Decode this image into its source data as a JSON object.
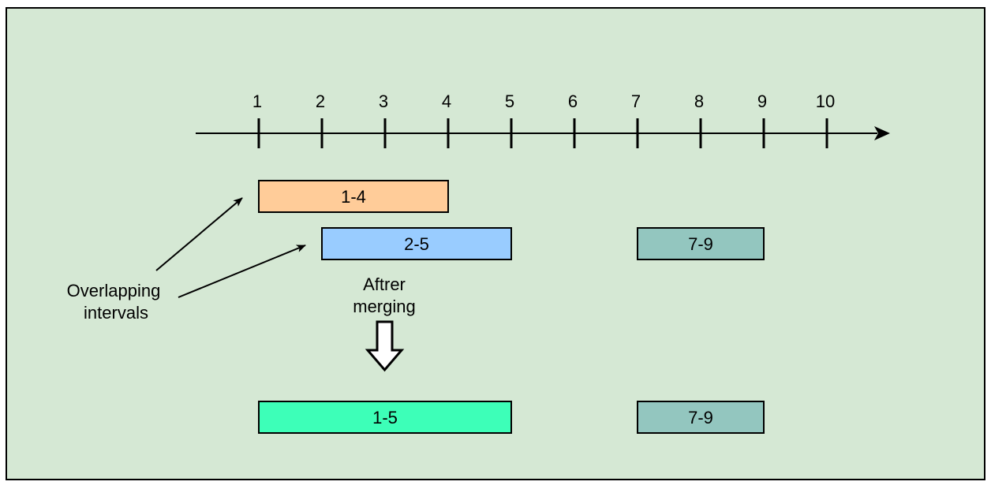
{
  "colors": {
    "background": "#d5e8d4",
    "border": "#000000",
    "interval_1_4": "#ffcc99",
    "interval_2_5": "#99ccff",
    "interval_7_9": "#93c6bf",
    "interval_1_5": "#3dffb8",
    "arrow_fill": "#ffffff"
  },
  "axis": {
    "ticks": [
      "1",
      "2",
      "3",
      "4",
      "5",
      "6",
      "7",
      "8",
      "9",
      "10"
    ]
  },
  "intervals_before": [
    {
      "label": "1-4",
      "start": 1,
      "end": 4,
      "color_key": "interval_1_4"
    },
    {
      "label": "2-5",
      "start": 2,
      "end": 5,
      "color_key": "interval_2_5"
    },
    {
      "label": "7-9",
      "start": 7,
      "end": 9,
      "color_key": "interval_7_9"
    }
  ],
  "intervals_after": [
    {
      "label": "1-5",
      "start": 1,
      "end": 5,
      "color_key": "interval_1_5"
    },
    {
      "label": "7-9",
      "start": 7,
      "end": 9,
      "color_key": "interval_7_9"
    }
  ],
  "annotations": {
    "overlapping": [
      "Overlapping",
      "intervals"
    ],
    "merging": [
      "Aftrer",
      "merging"
    ]
  }
}
